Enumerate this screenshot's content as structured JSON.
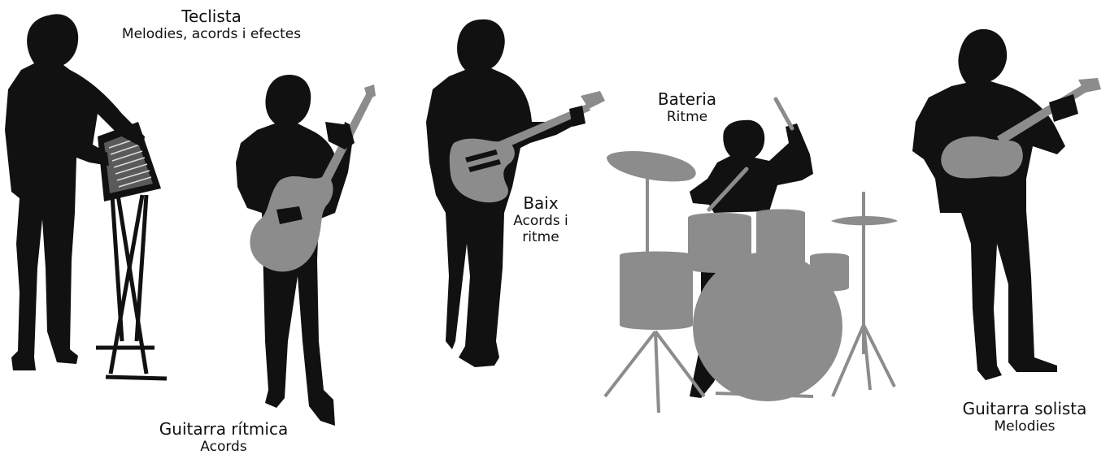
{
  "colors": {
    "silhouette": "#111111",
    "instrument": "#8c8c8c",
    "background": "#ffffff"
  },
  "musicians": {
    "keyboard": {
      "role": "Teclista",
      "description": "Melodies, acords i efectes",
      "icon": "keyboardist-silhouette-icon"
    },
    "rhythm_guitar": {
      "role": "Guitarra rítmica",
      "description": "Acords",
      "icon": "rhythm-guitarist-silhouette-icon"
    },
    "bass": {
      "role": "Baix",
      "description_line1": "Acords i",
      "description_line2": "ritme",
      "icon": "bassist-silhouette-icon"
    },
    "drums": {
      "role": "Bateria",
      "description": "Ritme",
      "icon": "drummer-silhouette-icon"
    },
    "lead_guitar": {
      "role": "Guitarra solista",
      "description": "Melodies",
      "icon": "lead-guitarist-silhouette-icon"
    }
  }
}
